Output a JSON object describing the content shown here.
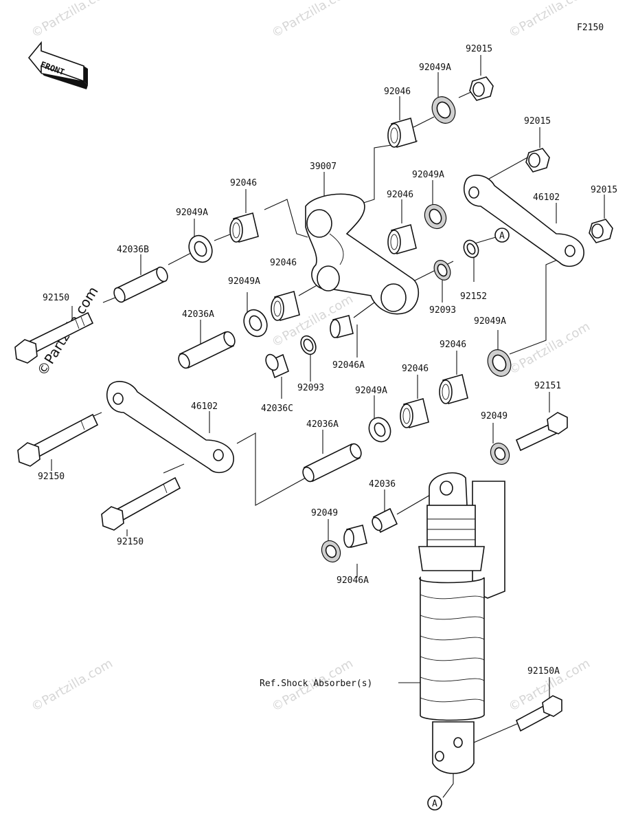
{
  "figure_code": "F2150",
  "front_label": "FRONT",
  "watermark": "©Partzilla.com",
  "ref_label": "Ref.Shock Absorber(s)",
  "callout_a": "A",
  "parts": {
    "p92015_a": "92015",
    "p92049A_a": "92049A",
    "p92046_a": "92046",
    "p92015_b": "92015",
    "p39007": "39007",
    "p92049A_b": "92049A",
    "p92015_c": "92015",
    "p92046_b": "92046",
    "p46102_a": "46102",
    "p92046_c": "92046",
    "p92049A_c": "92049A",
    "p42036B": "42036B",
    "p92152": "92152",
    "p92046_d": "92046",
    "p92049A_d": "92049A",
    "p92093_a": "92093",
    "p92150_a": "92150",
    "p42036A_a": "42036A",
    "p92049A_e": "92049A",
    "p92046_e": "92046",
    "p92046A_a": "92046A",
    "p92093_b": "92093",
    "p42036C": "42036C",
    "p92046_f": "92046",
    "p92049A_f": "92049A",
    "p92151": "92151",
    "p46102_b": "46102",
    "p42036A_b": "42036A",
    "p92049_a": "92049",
    "p92150_b": "92150",
    "p42036": "42036",
    "p92049_b": "92049",
    "p92150_c": "92150",
    "p92046A_b": "92046A",
    "p92150A": "92150A"
  }
}
